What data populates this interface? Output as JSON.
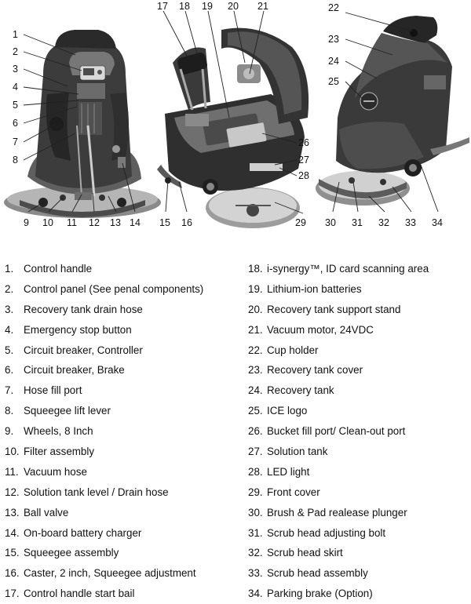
{
  "callouts": [
    "1",
    "2",
    "3",
    "4",
    "5",
    "6",
    "7",
    "8",
    "9",
    "10",
    "11",
    "12",
    "13",
    "14",
    "15",
    "16",
    "17",
    "18",
    "19",
    "20",
    "21",
    "22",
    "23",
    "24",
    "25",
    "26",
    "27",
    "28",
    "29",
    "30",
    "31",
    "32",
    "33",
    "34"
  ],
  "legend": {
    "left": [
      {
        "num": "1.",
        "label": "Control handle"
      },
      {
        "num": "2.",
        "label": "Control panel  (See penal components)"
      },
      {
        "num": "3.",
        "label": "Recovery tank drain hose"
      },
      {
        "num": "4.",
        "label": "Emergency stop button"
      },
      {
        "num": "5.",
        "label": "Circuit breaker, Controller"
      },
      {
        "num": "6.",
        "label": "Circuit breaker, Brake"
      },
      {
        "num": "7.",
        "label": "Hose fill port"
      },
      {
        "num": "8.",
        "label": "Squeegee lift lever"
      },
      {
        "num": "9.",
        "label": "Wheels, 8 Inch"
      },
      {
        "num": "10.",
        "label": "Filter assembly"
      },
      {
        "num": "11.",
        "label": "Vacuum hose"
      },
      {
        "num": "12.",
        "label": "Solution tank level / Drain hose"
      },
      {
        "num": "13.",
        "label": "Ball valve"
      },
      {
        "num": "14.",
        "label": "On-board battery charger"
      },
      {
        "num": "15.",
        "label": "Squeegee assembly"
      },
      {
        "num": "16.",
        "label": "Caster, 2 inch, Squeegee adjustment"
      },
      {
        "num": "17.",
        "label": "Control handle start bail"
      }
    ],
    "right": [
      {
        "num": "18.",
        "label": "i-synergy™, ID card scanning area"
      },
      {
        "num": "19.",
        "label": "Lithium-ion batteries"
      },
      {
        "num": "20.",
        "label": "Recovery tank support stand"
      },
      {
        "num": "21.",
        "label": "Vacuum motor, 24VDC"
      },
      {
        "num": "22.",
        "label": "Cup holder"
      },
      {
        "num": "23.",
        "label": "Recovery tank cover"
      },
      {
        "num": "24.",
        "label": "Recovery tank"
      },
      {
        "num": "25.",
        "label": "ICE logo"
      },
      {
        "num": "26.",
        "label": "Bucket fill port/ Clean-out port"
      },
      {
        "num": "27.",
        "label": "Solution tank"
      },
      {
        "num": "28.",
        "label": "LED light"
      },
      {
        "num": "29.",
        "label": "Front cover"
      },
      {
        "num": "30.",
        "label": "Brush & Pad realease plunger"
      },
      {
        "num": "31.",
        "label": "Scrub head adjusting bolt"
      },
      {
        "num": "32.",
        "label": "Scrub head skirt"
      },
      {
        "num": "33.",
        "label": "Scrub head assembly"
      },
      {
        "num": "34.",
        "label": "Parking brake (Option)"
      }
    ]
  }
}
